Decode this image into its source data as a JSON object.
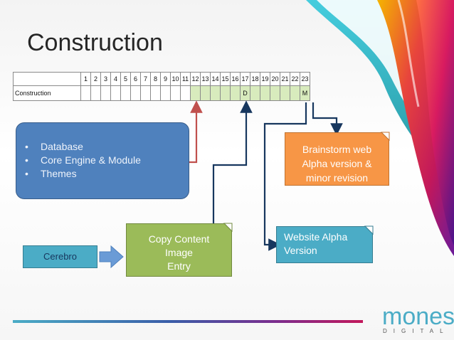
{
  "slide": {
    "title": "Construction"
  },
  "gantt": {
    "row_label": "Construction",
    "weeks": [
      "1",
      "2",
      "3",
      "4",
      "5",
      "6",
      "7",
      "8",
      "9",
      "10",
      "11",
      "12",
      "13",
      "14",
      "15",
      "16",
      "17",
      "18",
      "19",
      "20",
      "21",
      "22",
      "23"
    ],
    "active_from_week": 12,
    "active_to_week": 23,
    "markers": [
      {
        "week": 17,
        "text": "D"
      },
      {
        "week": 23,
        "text": "M"
      }
    ]
  },
  "boxes": {
    "database": {
      "bullet": "•",
      "items": [
        "Database",
        "Core Engine & Module",
        "Themes"
      ]
    },
    "brainstorm": {
      "lines": [
        "Brainstorm web",
        "Alpha version &",
        "minor revision"
      ]
    },
    "website_alpha": {
      "lines": [
        "Website Alpha",
        "Version"
      ]
    },
    "copy_content": {
      "lines": [
        "Copy Content",
        "Image",
        "Entry"
      ]
    },
    "cerebro": {
      "label": "Cerebro"
    }
  },
  "colors": {
    "database": "#4f81bd",
    "brainstorm": "#f79646",
    "website_alpha": "#4bacc6",
    "copy_content": "#9bbb59",
    "connector_dark": "#17375e",
    "connector_orange": "#c0504d",
    "gantt_active": "#d8ebbd"
  },
  "logo": {
    "name": "mones",
    "tagline": "DIGITAL"
  }
}
